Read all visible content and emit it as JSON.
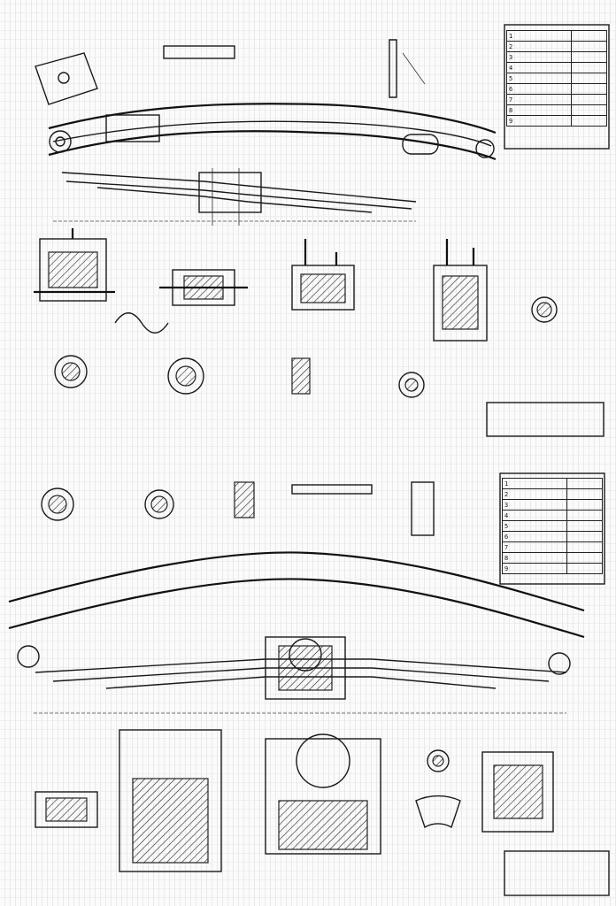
{
  "sheet": {
    "page_number_top": "",
    "page_number_bottom": "",
    "rear_title_block": "",
    "front_title_block": ""
  },
  "labels": {
    "front_spring": "",
    "section_a_top": "",
    "section_b_top": "",
    "section_c": "",
    "section_d": "",
    "section_1_top": "",
    "section_2_top": "",
    "section_3_top": "",
    "section_4_top": "",
    "section_5": "",
    "section_1_mid": "",
    "section_2_mid": "",
    "section_3_mid": "",
    "section_a_bottom": "",
    "section_b_bottom": "",
    "section_4_bottom": "",
    "note_top": "",
    "note_mid": "",
    "note_right_top": "",
    "note_right_mid": "",
    "dim_left_top": "",
    "dim_right_top": "",
    "dim_left_bottom": "",
    "dim_right_bottom": ""
  },
  "tables": {
    "top_rows": [
      {
        "n": "1",
        "len": ""
      },
      {
        "n": "2",
        "len": ""
      },
      {
        "n": "3",
        "len": ""
      },
      {
        "n": "4",
        "len": ""
      },
      {
        "n": "5",
        "len": ""
      },
      {
        "n": "6",
        "len": ""
      },
      {
        "n": "7",
        "len": ""
      },
      {
        "n": "8",
        "len": ""
      },
      {
        "n": "9",
        "len": ""
      }
    ],
    "mid_rows": [
      {
        "n": "1",
        "len": ""
      },
      {
        "n": "2",
        "len": ""
      },
      {
        "n": "3",
        "len": ""
      },
      {
        "n": "4",
        "len": ""
      },
      {
        "n": "5",
        "len": ""
      },
      {
        "n": "6",
        "len": ""
      },
      {
        "n": "7",
        "len": ""
      },
      {
        "n": "8",
        "len": ""
      },
      {
        "n": "9",
        "len": ""
      }
    ]
  }
}
